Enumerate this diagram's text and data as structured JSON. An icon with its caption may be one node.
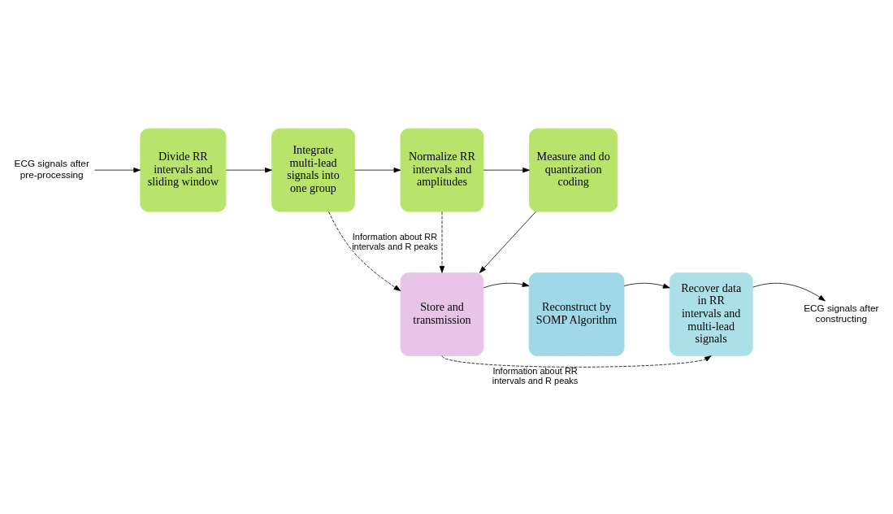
{
  "diagram": {
    "nodes": [
      {
        "text": [
          "ECG signals after pre-processing"
        ]
      },
      {
        "text": [
          "Divide RR intervals and sliding window"
        ]
      },
      {
        "text": [
          "Integrate multi-lead signals into one group"
        ]
      },
      {
        "text": [
          "Normalize RR intervals and amplitudes"
        ]
      },
      {
        "text": [
          "Measure and do quantization coding"
        ]
      },
      {
        "text": [
          "Store and transmission"
        ]
      },
      {
        "text": [
          "Reconstruct by SOMP Algorithm"
        ]
      },
      {
        "text": [
          "Recover data in RR intervals and multi-lead signals"
        ]
      },
      {
        "text": [
          "ECG signals after constructing"
        ]
      }
    ],
    "edges": [
      {
        "from": 0,
        "to": 1,
        "arrow": "to"
      },
      {
        "from": 1,
        "to": 2,
        "arrow": "to"
      },
      {
        "from": 2,
        "to": 3,
        "arrow": "to"
      },
      {
        "from": 3,
        "to": 4,
        "arrow": "to"
      },
      {
        "from": 4,
        "to": 5,
        "arrow": "to"
      },
      {
        "from": 2,
        "to": 5,
        "arrow": "to",
        "style": "dashed",
        "label": "Information about RR intervals and R peaks"
      },
      {
        "from": 3,
        "to": 5,
        "arrow": "to",
        "style": "dashed"
      },
      {
        "from": 5,
        "to": 6,
        "arrow": "to"
      },
      {
        "from": 6,
        "to": 7,
        "arrow": "to"
      },
      {
        "from": 7,
        "to": 8,
        "arrow": "to"
      },
      {
        "from": 5,
        "to": 7,
        "arrow": "to",
        "style": "dashed",
        "label": "Information about RR intervals and R peaks"
      }
    ]
  }
}
